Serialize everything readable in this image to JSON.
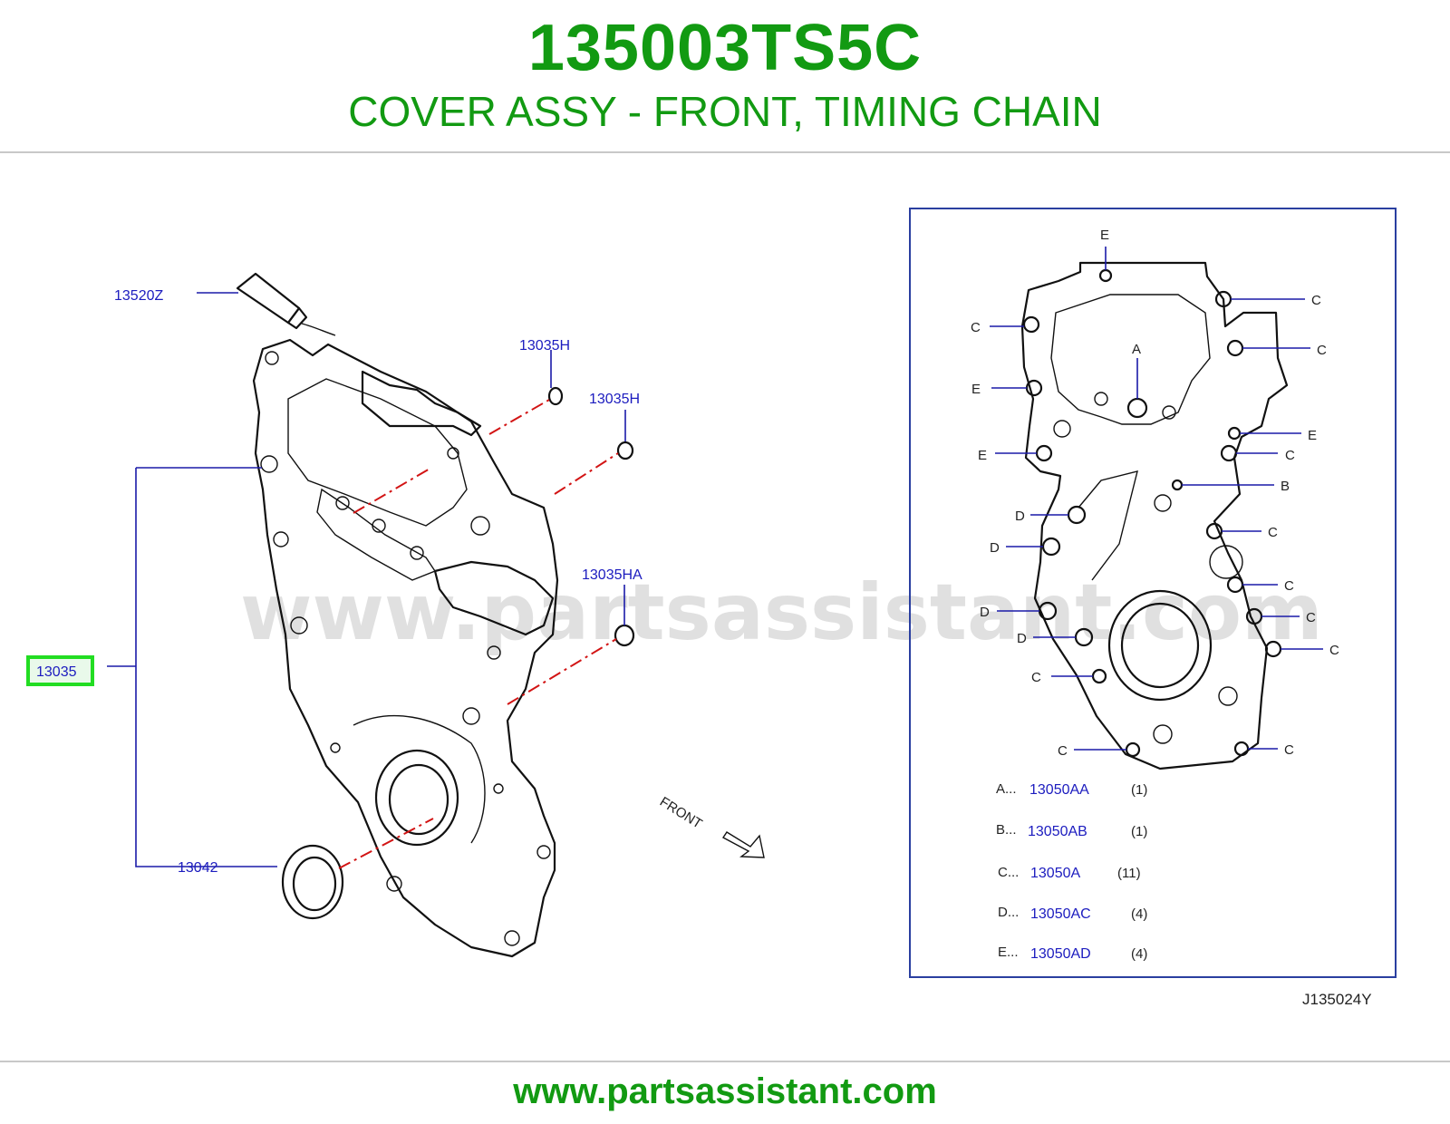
{
  "header": {
    "part_number": "135003TS5C",
    "description": "COVER ASSY - FRONT, TIMING CHAIN"
  },
  "watermark": "www.partsassistant.com",
  "callouts": {
    "sealant": "13520Z",
    "oring_1": "13035H",
    "oring_2": "13035H",
    "oring_3": "13035HA",
    "cover_assy": "13035",
    "oil_seal": "13042",
    "front_label": "FRONT"
  },
  "bolt_legend": [
    {
      "letter": "A...",
      "part": "13050AA",
      "qty": "(1)"
    },
    {
      "letter": "B...",
      "part": "13050AB",
      "qty": "(1)"
    },
    {
      "letter": "C...",
      "part": "13050A",
      "qty": "(11)"
    },
    {
      "letter": "D...",
      "part": "13050AC",
      "qty": "(4)"
    },
    {
      "letter": "E...",
      "part": "13050AD",
      "qty": "(4)"
    }
  ],
  "bolt_letters": {
    "a": "A",
    "b": "B",
    "c": "C",
    "d": "D",
    "e": "E"
  },
  "figure_code": "J135024Y",
  "footer": {
    "url": "www.partsassistant.com"
  },
  "colors": {
    "brand_green": "#129a12",
    "callout_blue": "#1c1cbf",
    "highlight": "#22dd22"
  }
}
